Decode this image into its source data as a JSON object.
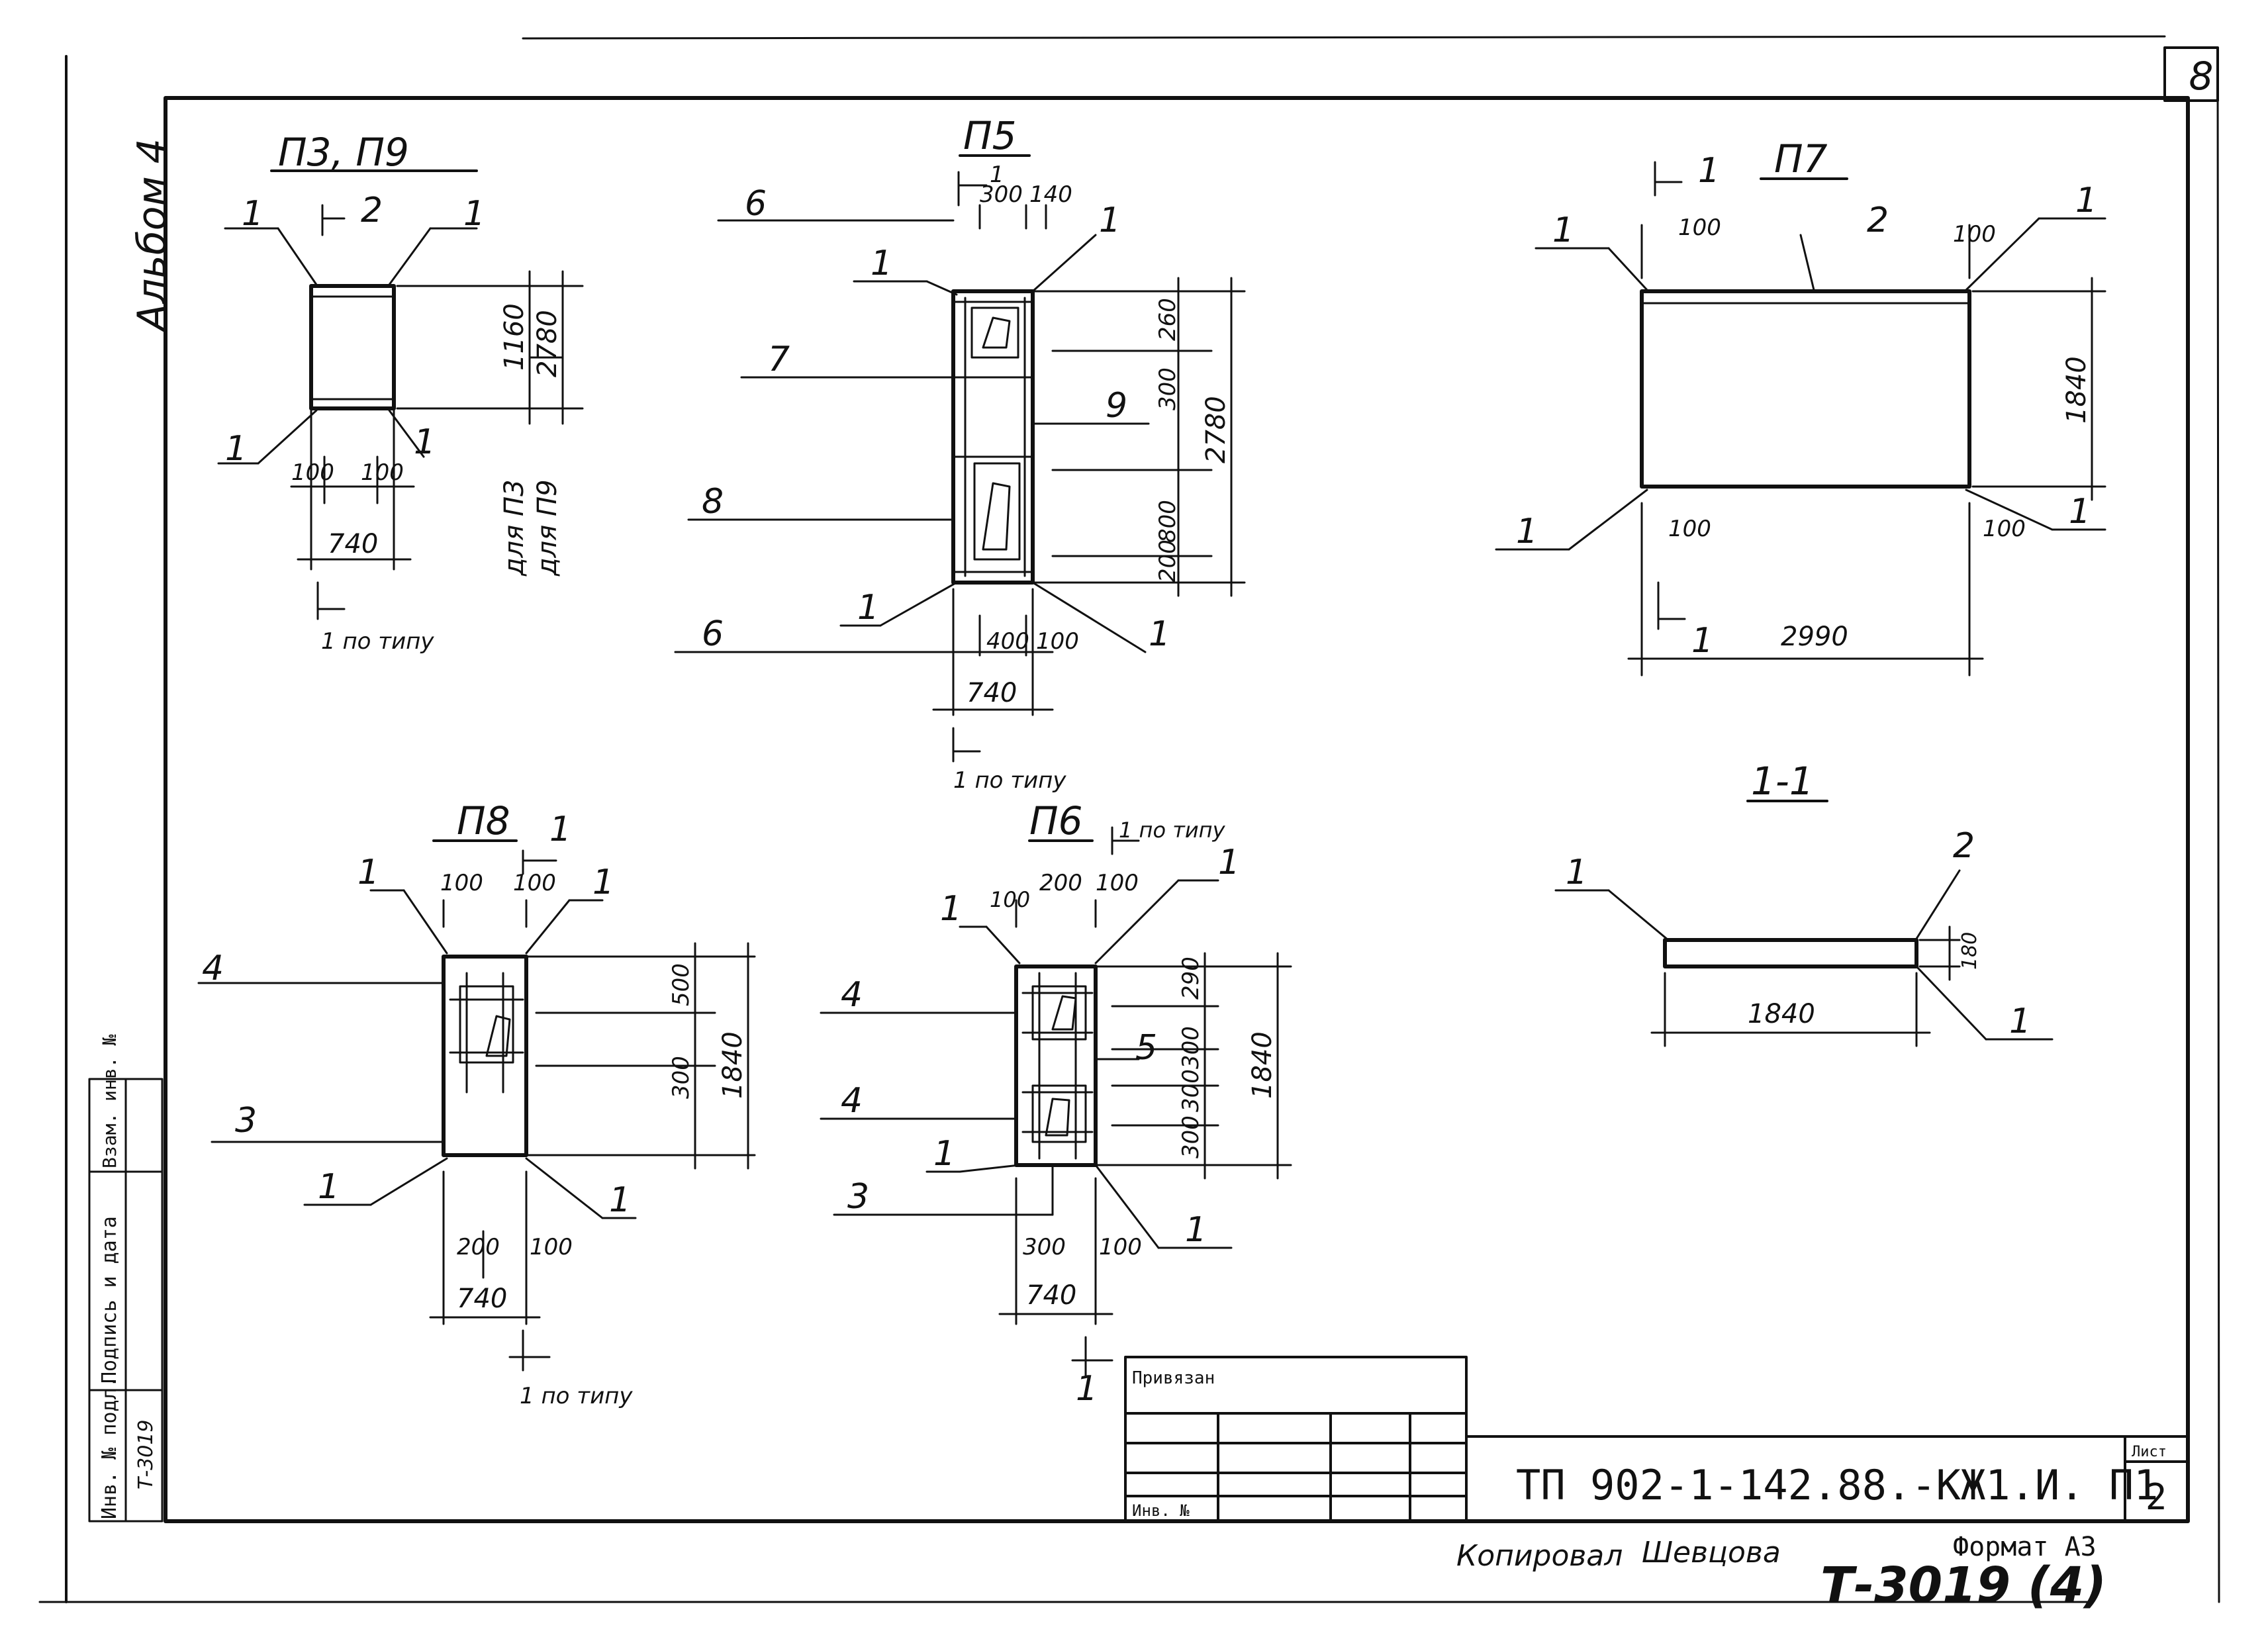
{
  "sheet": {
    "corner_number": "8",
    "album": "Альбом 4",
    "title_block": {
      "privyazan": "Привязан",
      "inv_no": "Инв. №",
      "designation": "ТП 902-1-142.88.-КЖ1.И. П1",
      "list_label": "Лист",
      "list_no": "2",
      "copied": "Копировал",
      "copier": "Шевцова",
      "format": "Формат А3",
      "stamp": "Т-3019 (4)"
    },
    "side_stamp": {
      "inv_podl": "Инв. № подл.",
      "podpis": "Подпись и дата",
      "vzam": "Взам. инв. №",
      "inv_value": "Т-3019"
    }
  },
  "drawings": {
    "p3p9": {
      "title": "П3, П9",
      "marks": [
        "1",
        "2",
        "1",
        "1",
        "1"
      ],
      "dims": [
        "1160",
        "2780",
        "для П3",
        "для П9",
        "100",
        "100",
        "740"
      ],
      "section": "1 по типу"
    },
    "p5": {
      "title": "П5",
      "marks": [
        "6",
        "1",
        "1",
        "7",
        "9",
        "8",
        "1",
        "6",
        "1"
      ],
      "dims": [
        "300",
        "140",
        "260",
        "300",
        "2780",
        "800",
        "200",
        "400",
        "100",
        "740"
      ],
      "section_top": "1",
      "section": "1 по типу"
    },
    "p7": {
      "title": "П7",
      "marks": [
        "1",
        "2",
        "1",
        "1",
        "1"
      ],
      "dims": [
        "100",
        "100",
        "1840",
        "100",
        "100",
        "2990"
      ],
      "section": "1"
    },
    "sec11": {
      "title": "1-1",
      "marks": [
        "1",
        "2",
        "1"
      ],
      "dims": [
        "180",
        "1840"
      ]
    },
    "p8": {
      "title": "П8",
      "marks": [
        "1",
        "1",
        "4",
        "3",
        "1",
        "1"
      ],
      "dims": [
        "100",
        "100",
        "500",
        "300",
        "1840",
        "200",
        "100",
        "740"
      ],
      "section_top": "1",
      "section": "1 по типу"
    },
    "p6": {
      "title": "П6",
      "marks": [
        "1",
        "1",
        "4",
        "5",
        "4",
        "1",
        "3",
        "1"
      ],
      "dims": [
        "100",
        "200",
        "100",
        "290",
        "300",
        "1840",
        "300",
        "300",
        "300",
        "100",
        "740"
      ],
      "section_top": "1 по типу",
      "section": "1"
    }
  }
}
